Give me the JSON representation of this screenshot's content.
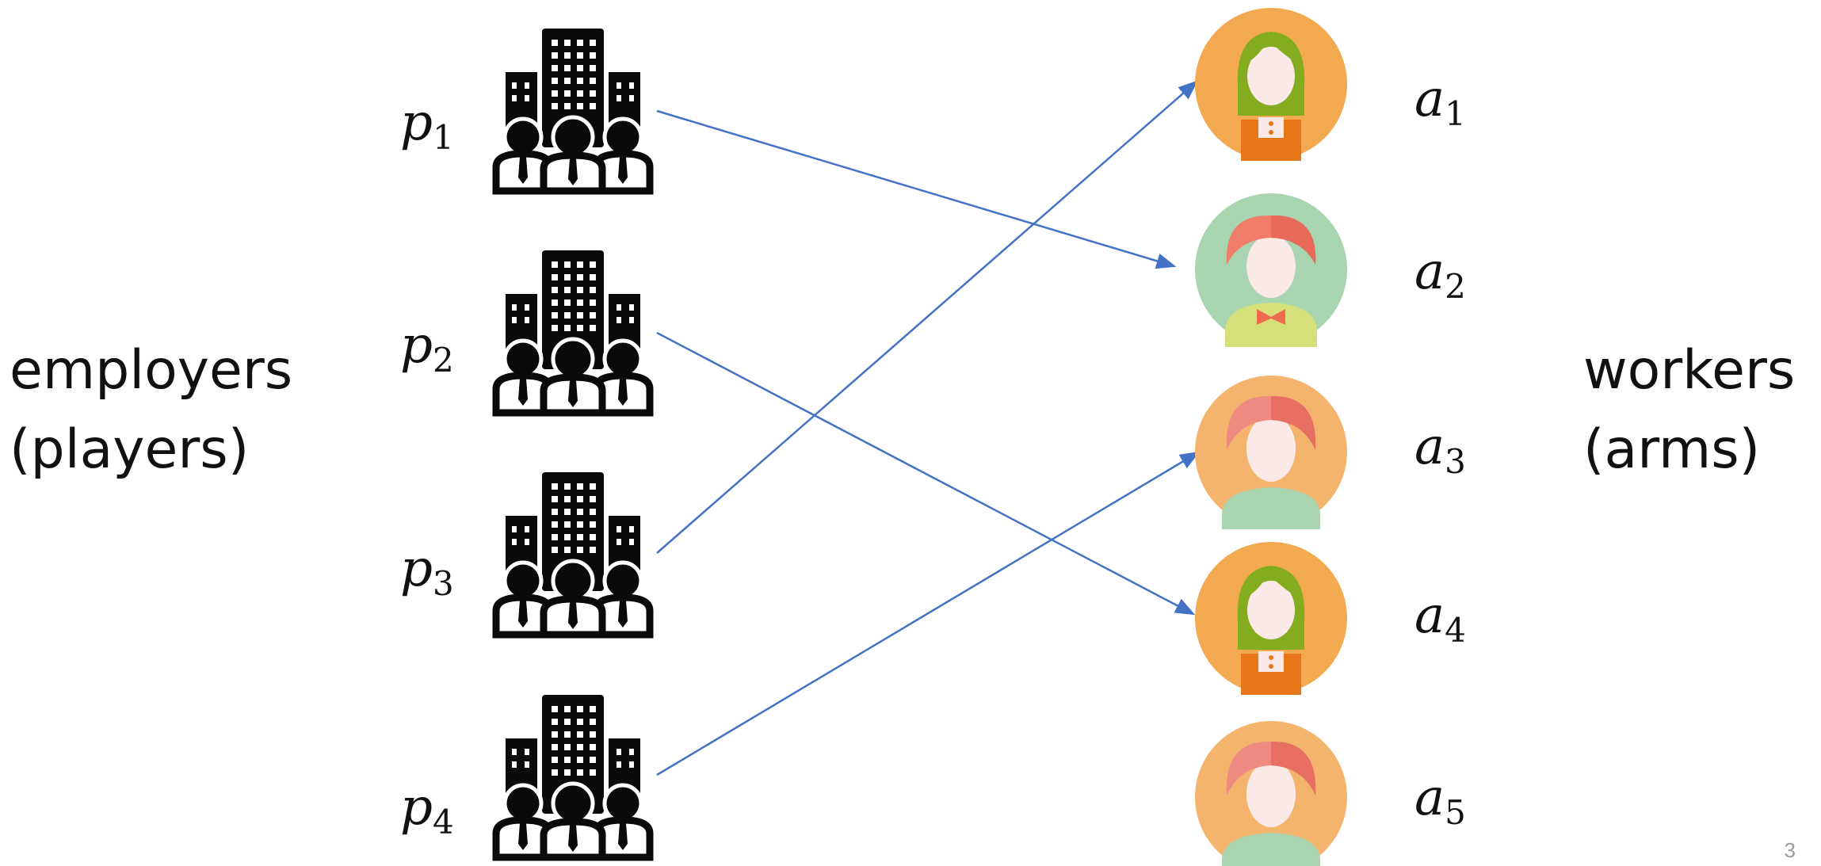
{
  "left_group": {
    "line1": "employers",
    "line2": "(players)"
  },
  "right_group": {
    "line1": "workers",
    "line2": "(arms)"
  },
  "players": [
    {
      "letter": "p",
      "index": "1"
    },
    {
      "letter": "p",
      "index": "2"
    },
    {
      "letter": "p",
      "index": "3"
    },
    {
      "letter": "p",
      "index": "4"
    }
  ],
  "arms": [
    {
      "letter": "a",
      "index": "1",
      "style": "green-hair-orange"
    },
    {
      "letter": "a",
      "index": "2",
      "style": "red-hair-green"
    },
    {
      "letter": "a",
      "index": "3",
      "style": "red-hair-orange"
    },
    {
      "letter": "a",
      "index": "4",
      "style": "green-hair-orange"
    },
    {
      "letter": "a",
      "index": "5",
      "style": "red-hair-orange"
    }
  ],
  "edges": [
    {
      "from": "p1",
      "to": "a2"
    },
    {
      "from": "p2",
      "to": "a4"
    },
    {
      "from": "p3",
      "to": "a1"
    },
    {
      "from": "p4",
      "to": "a3"
    }
  ],
  "page_number": "3",
  "colors": {
    "arrow": "#4472c4",
    "icon": "#0a0a0a"
  }
}
